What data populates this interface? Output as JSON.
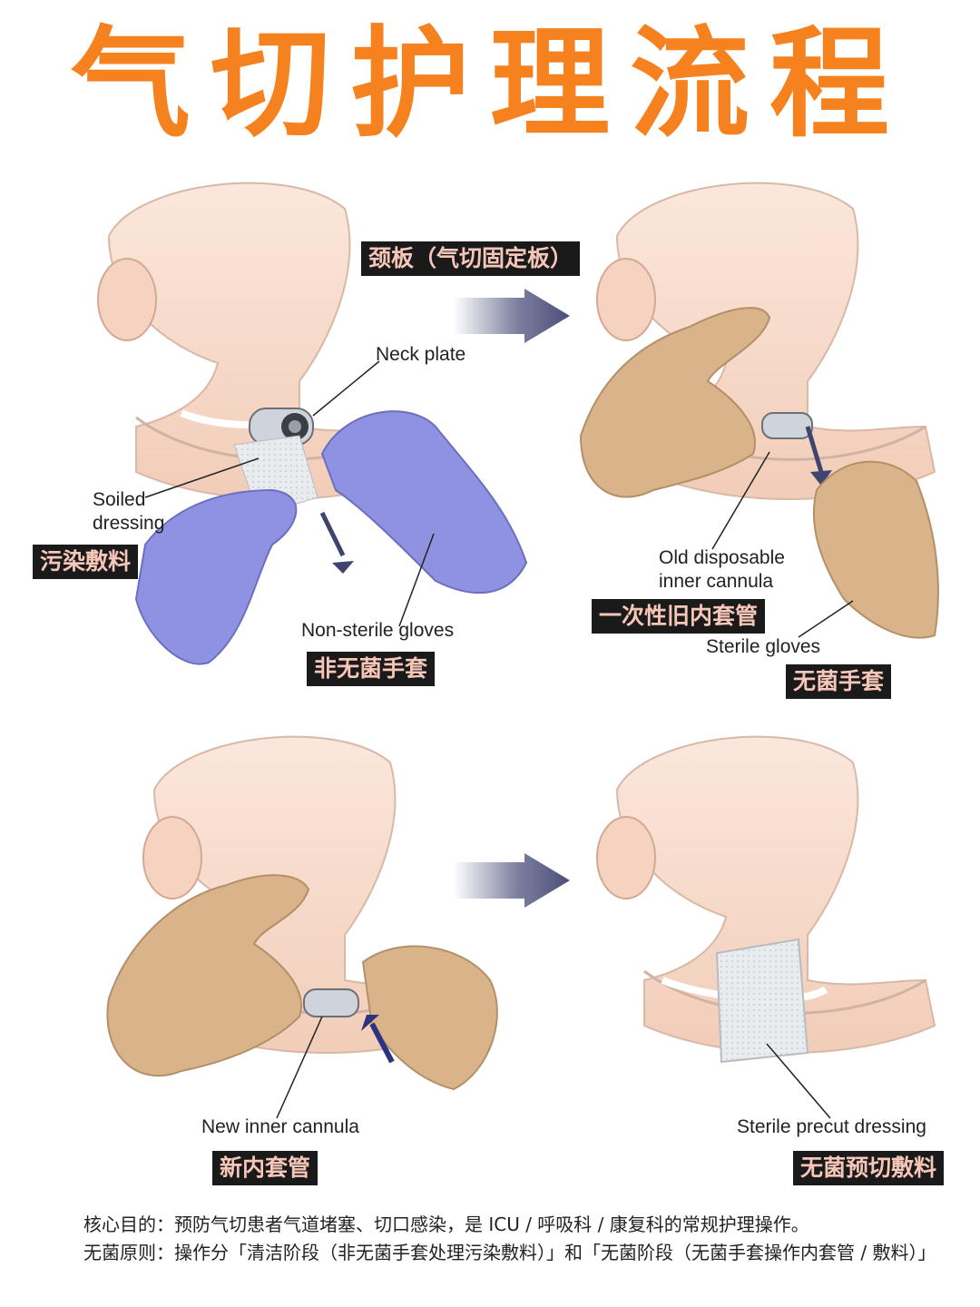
{
  "title": "气切护理流程",
  "panels": [
    {
      "tags": {
        "top": "颈板（气切固定板）",
        "dressing": "污染敷料",
        "gloves": "非无菌手套"
      },
      "labels": {
        "neck_plate": "Neck plate",
        "soiled_line1": "Soiled",
        "soiled_line2": "dressing",
        "gloves": "Non-sterile gloves"
      }
    },
    {
      "tags": {
        "cannula": "一次性旧内套管",
        "gloves": "无菌手套"
      },
      "labels": {
        "cannula_line1": "Old disposable",
        "cannula_line2": "inner cannula",
        "gloves": "Sterile gloves"
      }
    },
    {
      "tags": {
        "cannula": "新内套管"
      },
      "labels": {
        "cannula": "New inner cannula"
      }
    },
    {
      "tags": {
        "dressing": "无菌预切敷料"
      },
      "labels": {
        "dressing": "Sterile precut dressing"
      }
    }
  ],
  "notes": {
    "purpose": "核心目的：预防气切患者气道堵塞、切口感染，是 ICU / 呼吸科 / 康复科的常规护理操作。",
    "asepsis": "无菌原则：操作分「清洁阶段（非无菌手套处理污染敷料）」和「无菌阶段（无菌手套操作内套管 / 敷料）」"
  },
  "colors": {
    "title": "#f5811f",
    "tag_bg": "#1a1a1a",
    "tag_text": "#f6c6b8",
    "skin": "#f6d8c6",
    "glove_blue": "#8f92e0",
    "glove_sterile": "#d9b48a",
    "arrow": "#5b5f86"
  }
}
